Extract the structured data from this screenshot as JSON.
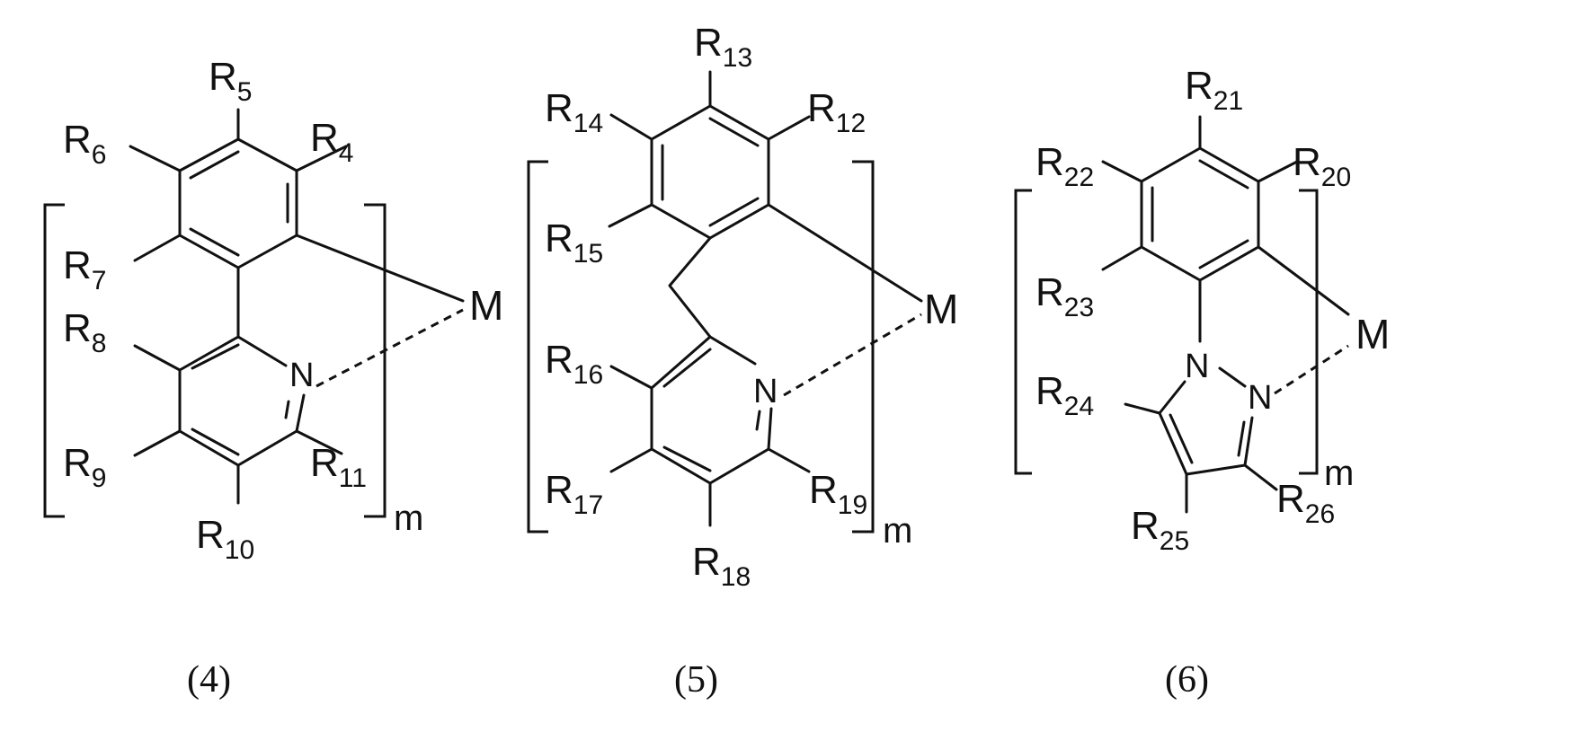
{
  "structures": [
    {
      "id": "s4",
      "caption": "(4)",
      "metal": "M",
      "index": "m",
      "nitrogen": [
        "N"
      ],
      "substituents": [
        "R5",
        "R6",
        "R4",
        "R7",
        "R8",
        "R9",
        "R10",
        "R11"
      ]
    },
    {
      "id": "s5",
      "caption": "(5)",
      "metal": "M",
      "index": "m",
      "nitrogen": [
        "N"
      ],
      "substituents": [
        "R13",
        "R14",
        "R12",
        "R15",
        "R16",
        "R17",
        "R18",
        "R19"
      ]
    },
    {
      "id": "s6",
      "caption": "(6)",
      "metal": "M",
      "index": "m",
      "nitrogen": [
        "N",
        "N"
      ],
      "substituents": [
        "R21",
        "R22",
        "R20",
        "R23",
        "R24",
        "R25",
        "R26"
      ]
    }
  ]
}
